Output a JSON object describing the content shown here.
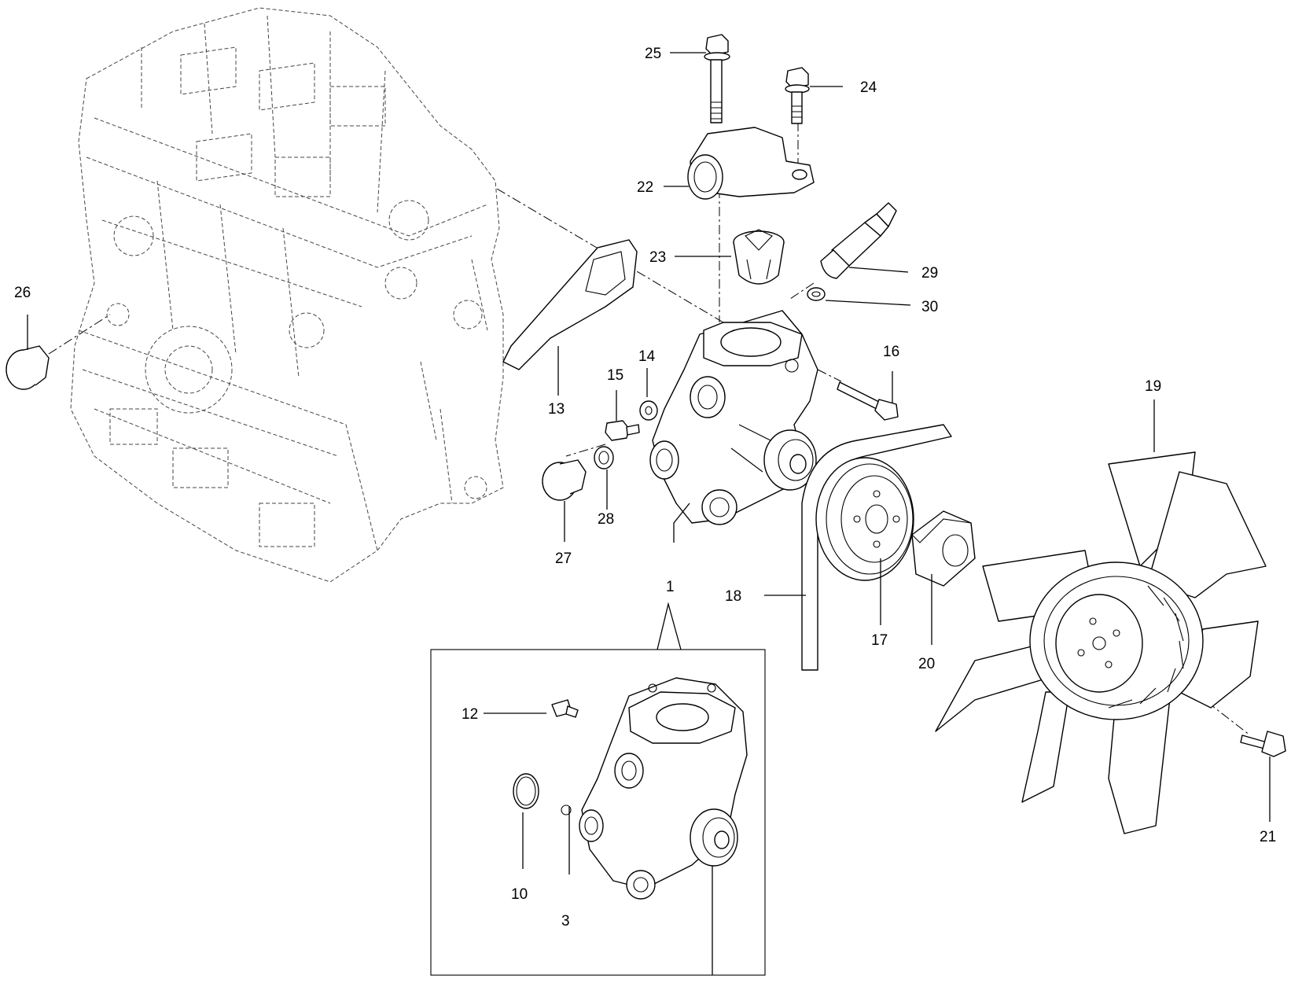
{
  "diagram": {
    "callouts": [
      "1",
      "3",
      "10",
      "12",
      "13",
      "14",
      "15",
      "16",
      "17",
      "18",
      "19",
      "20",
      "21",
      "22",
      "23",
      "24",
      "25",
      "26",
      "27",
      "28",
      "29",
      "30"
    ],
    "colors": {
      "line": "#000000",
      "background": "#ffffff",
      "ghost": "#444444"
    },
    "inset_box": true
  }
}
